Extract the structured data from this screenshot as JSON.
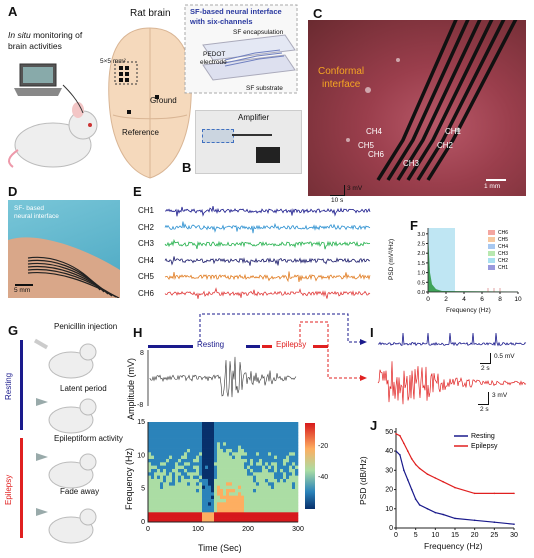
{
  "panels": {
    "A": {
      "letter": "A",
      "insitu": "In situ",
      "insitu_rest": "monitoring of",
      "insitu_line2": "brain activities",
      "brain_title": "Rat brain",
      "area": "5×5 mm²",
      "ground": "Ground",
      "reference": "Reference",
      "callout_title": "SF-based neural interface",
      "callout_sub": "with six-channels",
      "sf_encap": "SF encapsulation",
      "pedot": "PEDOT",
      "electrode": "electrode",
      "sf_substrate": "SF substrate"
    },
    "B": {
      "letter": "B",
      "amplifier": "Amplifier"
    },
    "C": {
      "letter": "C",
      "conformal": "Conformal",
      "interface": "interface",
      "channels": [
        "CH1",
        "CH2",
        "CH3",
        "CH4",
        "CH5",
        "CH6"
      ],
      "scale": "1 mm"
    },
    "D": {
      "letter": "D",
      "label": "SF- based",
      "label2": "neural interface",
      "scale": "5 mm"
    },
    "E": {
      "letter": "E",
      "channels": [
        "CH1",
        "CH2",
        "CH3",
        "CH4",
        "CH5",
        "CH6"
      ],
      "channel_colors": [
        "#1a1a8c",
        "#2a8fd0",
        "#22b04a",
        "#1a1a6a",
        "#e07b20",
        "#e03a3a"
      ],
      "scale_v": "3 mV",
      "scale_t": "10 s"
    },
    "F": {
      "letter": "F",
      "ylabel": "PSD (mV²/Hz)",
      "xlabel": "Frequency (Hz)",
      "legend": [
        "CH6",
        "CH5",
        "CH4",
        "CH3",
        "CH2",
        "CH1"
      ],
      "legend_colors": [
        "#f4a6a0",
        "#f7c9a0",
        "#a8c8f0",
        "#b8e8b0",
        "#a8e0f0",
        "#9999dd"
      ]
    },
    "G": {
      "letter": "G",
      "steps": [
        "Penicillin injection",
        "Latent period",
        "Epileptiform activity",
        "Fade away"
      ],
      "resting": "Resting",
      "epilepsy": "Epilepsy"
    },
    "H": {
      "letter": "H",
      "resting": "Resting",
      "epilepsy": "Epilepsy",
      "amp_label": "Amplitude (mV)",
      "amp_max": "8",
      "amp_min": "-8",
      "freq_label": "Frequency (Hz)",
      "time_label": "Time (Sec)",
      "colorbar_ticks": [
        "-20",
        "-40"
      ]
    },
    "I": {
      "letter": "I",
      "scale1_v": "0.5 mV",
      "scale1_t": "2 s",
      "scale2_v": "3 mV",
      "scale2_t": "2 s"
    },
    "J": {
      "letter": "J",
      "ylabel": "PSD (dB/Hz)",
      "xlabel": "Frequency (Hz)",
      "legend": [
        "Resting",
        "Epilepsy"
      ],
      "colors": [
        "#1a1a8c",
        "#e02020"
      ]
    }
  },
  "chart_data": [
    {
      "type": "area",
      "panel": "F",
      "x_ticks": [
        "0",
        "2",
        "4",
        "6",
        "8",
        "10"
      ],
      "y_ticks": [
        "0.0",
        "0.5",
        "1.0",
        "1.5",
        "2.0",
        "2.5",
        "3.0"
      ],
      "xlim": [
        0,
        10
      ],
      "ylim": [
        0,
        3.3
      ],
      "highlight_x": [
        0,
        3
      ],
      "series": [
        {
          "name": "CH6"
        },
        {
          "name": "CH5"
        },
        {
          "name": "CH4"
        },
        {
          "name": "CH3"
        },
        {
          "name": "CH2"
        },
        {
          "name": "CH1"
        }
      ]
    },
    {
      "type": "heatmap",
      "panel": "H",
      "x_ticks": [
        "0",
        "100",
        "200",
        "300"
      ],
      "y_ticks": [
        "0",
        "5",
        "10",
        "15"
      ],
      "xlim": [
        0,
        300
      ],
      "ylim": [
        0,
        15
      ]
    },
    {
      "type": "line",
      "panel": "J",
      "x_ticks": [
        "0",
        "5",
        "10",
        "15",
        "20",
        "25",
        "30"
      ],
      "y_ticks": [
        "0",
        "10",
        "20",
        "30",
        "40",
        "50"
      ],
      "xlim": [
        0,
        30
      ],
      "ylim": [
        0,
        52
      ],
      "series": [
        {
          "name": "Resting",
          "x": [
            0,
            1,
            2,
            3,
            4,
            5,
            6,
            8,
            10,
            12,
            15,
            20,
            25,
            30
          ],
          "y": [
            40,
            38,
            30,
            25,
            20,
            15,
            12,
            10,
            8,
            7,
            5,
            4,
            3,
            2
          ]
        },
        {
          "name": "Epilepsy",
          "x": [
            0,
            1,
            2,
            3,
            4,
            5,
            6,
            8,
            10,
            12,
            15,
            20,
            25,
            30
          ],
          "y": [
            49,
            48,
            44,
            40,
            36,
            33,
            31,
            28,
            26,
            24,
            21,
            18,
            18,
            18
          ]
        }
      ]
    }
  ]
}
